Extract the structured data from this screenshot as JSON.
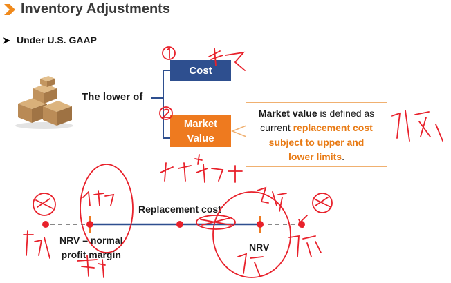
{
  "header": {
    "title": "Inventory Adjustments"
  },
  "bullet": {
    "text": "Under U.S. GAAP"
  },
  "diagram": {
    "lower_of": "The lower of",
    "cost_box": "Cost",
    "market_box_line1": "Market",
    "market_box_line2": "Value",
    "callout": {
      "bold_start": "Market value",
      "normal1": " is defined as current ",
      "orange1": "replacement cost",
      "orange2": "subject to upper and",
      "orange3": "lower limits",
      "end": "."
    },
    "line_label": "Replacement cost",
    "left_label_line1": "NRV – normal",
    "left_label_line2": "profit margin",
    "right_label": "NRV"
  },
  "colors": {
    "accent_orange": "#ee7a1f",
    "cost_blue": "#2e4f8f",
    "line_blue": "#2e4f8f",
    "point_red": "#e8212b"
  }
}
